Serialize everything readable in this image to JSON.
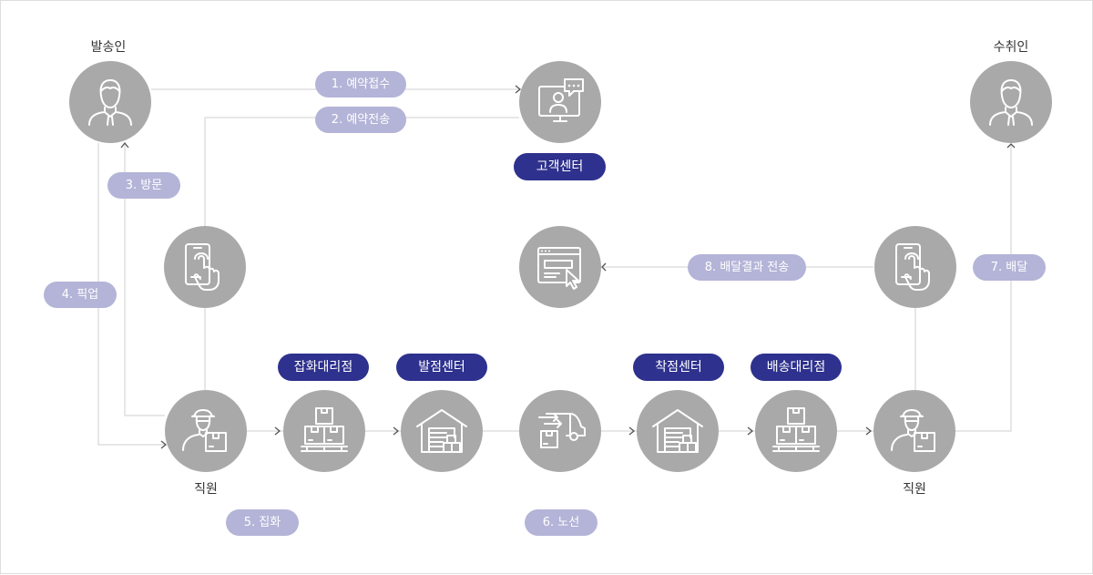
{
  "actors": {
    "sender": "발송인",
    "receiver": "수취인",
    "staff_left": "직원",
    "staff_right": "직원"
  },
  "centers": {
    "customer_center": "고객센터",
    "collect_agency": "잡화대리점",
    "origin_center": "발점센터",
    "destination_center": "착점센터",
    "delivery_agency": "배송대리점"
  },
  "steps": {
    "s1": "1. 예약접수",
    "s2": "2. 예약전송",
    "s3": "3. 방문",
    "s4": "4. 픽업",
    "s5": "5. 집화",
    "s6": "6. 노선",
    "s7": "7. 배달",
    "s8": "8. 배달결과 전송"
  },
  "colors": {
    "node_fill": "#a9a9a9",
    "icon_stroke": "#ffffff",
    "step_pill": "#b4b4d8",
    "center_tag": "#2e318d",
    "connector": "#cfcfcf"
  }
}
